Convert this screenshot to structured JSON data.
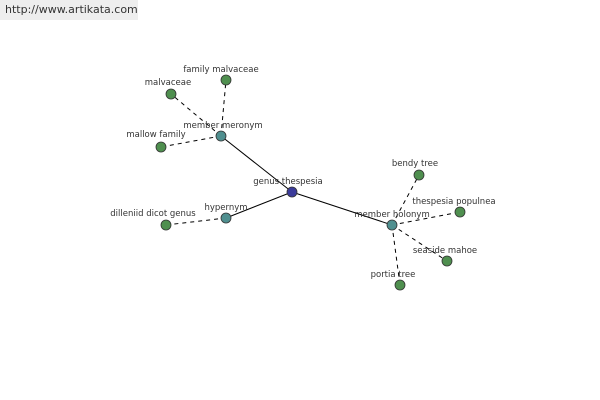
{
  "banner": {
    "url_text": "http://www.artikata.com"
  },
  "graph": {
    "colors": {
      "root": "#3b3b9a",
      "relation": "#4f8f8f",
      "leaf": "#4f8f4f"
    },
    "nodes": [
      {
        "id": "genus-thespesia",
        "label": "genus thespesia",
        "kind": "root"
      },
      {
        "id": "member-meronym",
        "label": "member meronym",
        "kind": "relation"
      },
      {
        "id": "hypernym",
        "label": "hypernym",
        "kind": "relation"
      },
      {
        "id": "member-holonym",
        "label": "member holonym",
        "kind": "relation"
      },
      {
        "id": "malvaceae",
        "label": "malvaceae",
        "kind": "leaf"
      },
      {
        "id": "family-malvaceae",
        "label": "family malvaceae",
        "kind": "leaf"
      },
      {
        "id": "mallow-family",
        "label": "mallow family",
        "kind": "leaf"
      },
      {
        "id": "dilleniid-dicot-genus",
        "label": "dilleniid dicot genus",
        "kind": "leaf"
      },
      {
        "id": "bendy-tree",
        "label": "bendy tree",
        "kind": "leaf"
      },
      {
        "id": "thespesia-populnea",
        "label": "thespesia populnea",
        "kind": "leaf"
      },
      {
        "id": "seaside-mahoe",
        "label": "seaside mahoe",
        "kind": "leaf"
      },
      {
        "id": "portia-tree",
        "label": "portia tree",
        "kind": "leaf"
      }
    ],
    "edges": [
      {
        "from": "genus-thespesia",
        "to": "member-meronym",
        "style": "solid"
      },
      {
        "from": "genus-thespesia",
        "to": "hypernym",
        "style": "solid"
      },
      {
        "from": "genus-thespesia",
        "to": "member-holonym",
        "style": "solid"
      },
      {
        "from": "member-meronym",
        "to": "malvaceae",
        "style": "dashed"
      },
      {
        "from": "member-meronym",
        "to": "family-malvaceae",
        "style": "dashed"
      },
      {
        "from": "member-meronym",
        "to": "mallow-family",
        "style": "dashed"
      },
      {
        "from": "hypernym",
        "to": "dilleniid-dicot-genus",
        "style": "dashed"
      },
      {
        "from": "member-holonym",
        "to": "bendy-tree",
        "style": "dashed"
      },
      {
        "from": "member-holonym",
        "to": "thespesia-populnea",
        "style": "dashed"
      },
      {
        "from": "member-holonym",
        "to": "seaside-mahoe",
        "style": "dashed"
      },
      {
        "from": "member-holonym",
        "to": "portia-tree",
        "style": "dashed"
      }
    ]
  }
}
